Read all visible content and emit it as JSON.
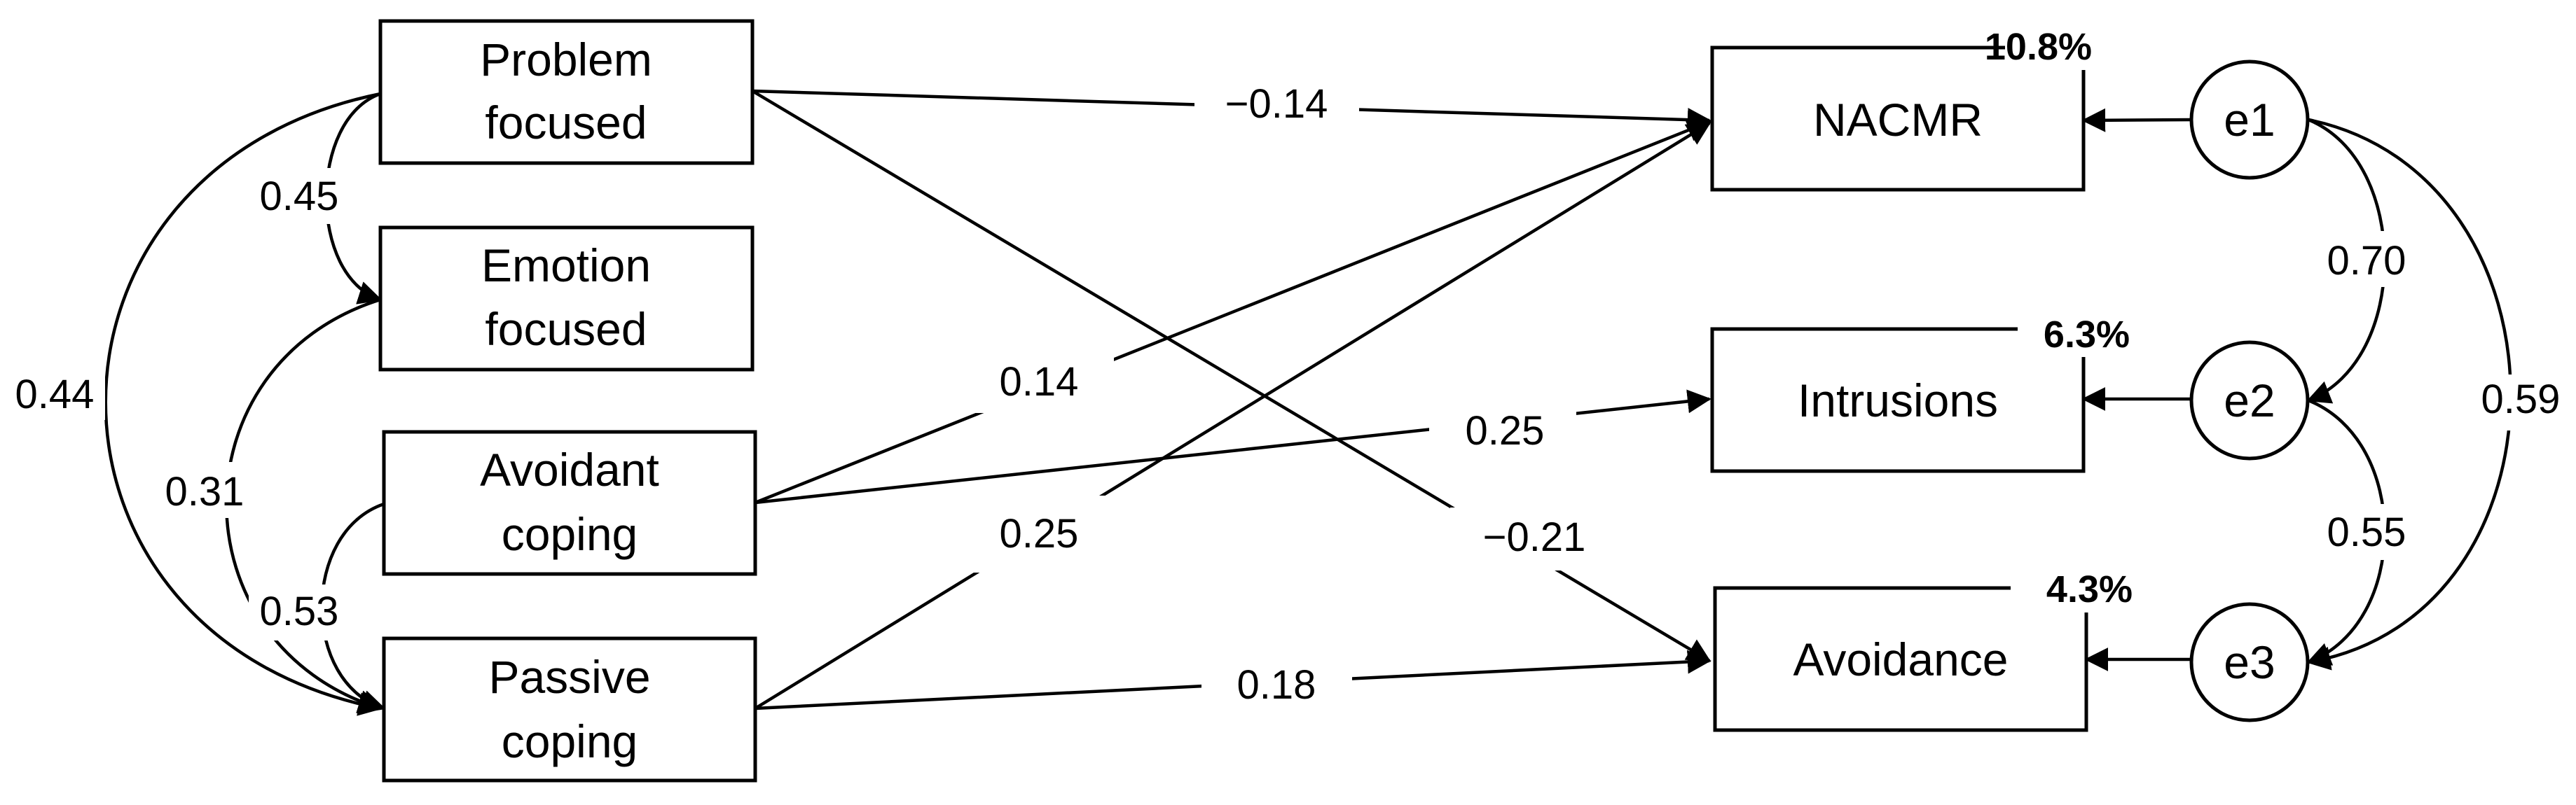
{
  "nodes": {
    "problem_focused": [
      "Problem",
      "focused"
    ],
    "emotion_focused": [
      "Emotion",
      "focused"
    ],
    "avoidant_coping": [
      "Avoidant",
      "coping"
    ],
    "passive_coping": [
      "Passive",
      "coping"
    ],
    "nacmr": "NACMR",
    "intrusions": "Intrusions",
    "avoidance": "Avoidance",
    "e1": "e1",
    "e2": "e2",
    "e3": "e3"
  },
  "variance_explained": {
    "nacmr": "10.8%",
    "intrusions": "6.3%",
    "avoidance": "4.3%"
  },
  "correlations": {
    "problem_emotion": "0.45",
    "problem_passive": "0.44",
    "emotion_passive": "0.31",
    "avoidant_passive": "0.53",
    "e1_e2": "0.70",
    "e2_e3": "0.55",
    "e1_e3": "0.59"
  },
  "paths": {
    "problem_nacmr": "−0.14",
    "problem_avoidance": "−0.21",
    "avoidant_nacmr": "0.14",
    "avoidant_intrusions": "0.25",
    "passive_nacmr": "0.25",
    "passive_avoidance": "0.18"
  },
  "colors": {
    "stroke": "#000000",
    "background": "#ffffff"
  }
}
